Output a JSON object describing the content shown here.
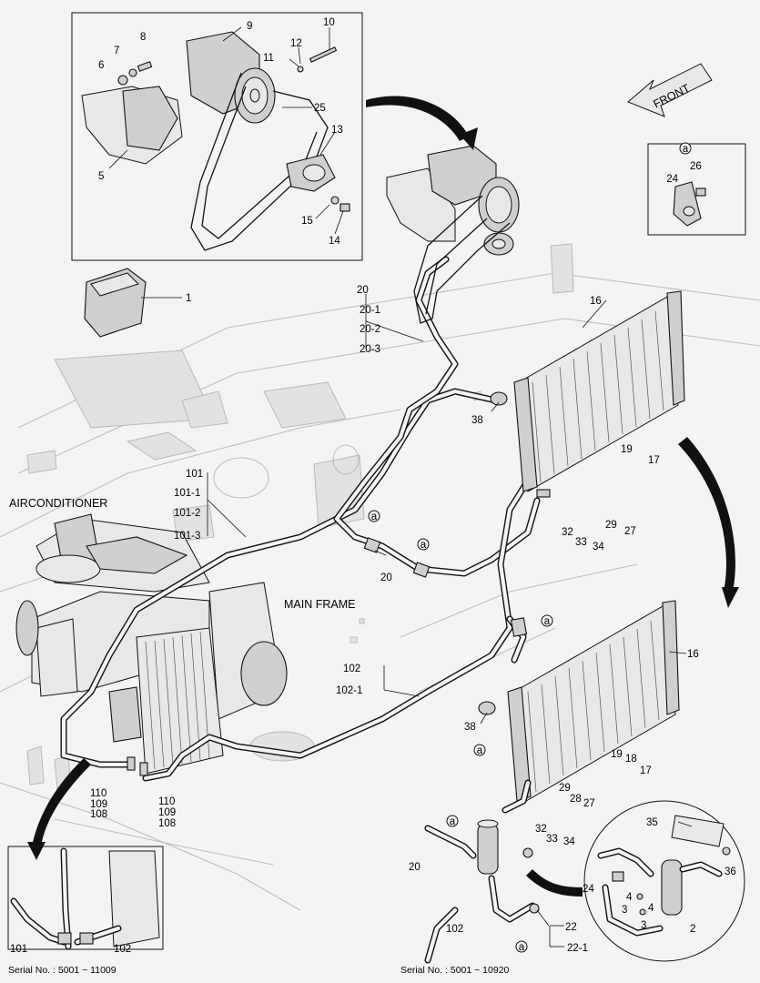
{
  "title": "AIRCONDITIONER",
  "main_frame_label": "MAIN FRAME",
  "front_label": "FRONT",
  "serial_left": "Serial No. : 5001 ~ 11009",
  "serial_right": "Serial No. : 5001 ~ 10920",
  "detail_marker": "a",
  "labels": {
    "l1": "1",
    "l2": "2",
    "l3a": "3",
    "l3b": "3",
    "l4a": "4",
    "l4b": "4",
    "l5": "5",
    "l6": "6",
    "l7": "7",
    "l8": "8",
    "l9": "9",
    "l10": "10",
    "l11": "11",
    "l12": "12",
    "l13": "13",
    "l14": "14",
    "l15": "15",
    "l16a": "16",
    "l16b": "16",
    "l17a": "17",
    "l17b": "17",
    "l18": "18",
    "l19a": "19",
    "l19b": "19",
    "l20a": "20",
    "l20b": "20",
    "l20c": "20",
    "l20_1": "20-1",
    "l20_2": "20-2",
    "l20_3": "20-3",
    "l22": "22",
    "l22_1": "22-1",
    "l24a": "24",
    "l24b": "24",
    "l25": "25",
    "l26": "26",
    "l27a": "27",
    "l27b": "27",
    "l28": "28",
    "l29a": "29",
    "l29b": "29",
    "l32a": "32",
    "l32b": "32",
    "l33a": "33",
    "l33b": "33",
    "l34a": "34",
    "l34b": "34",
    "l35": "35",
    "l36": "36",
    "l38a": "38",
    "l38b": "38",
    "l101a": "101",
    "l101b": "101",
    "l101_1": "101-1",
    "l101_2": "101-2",
    "l101_3": "101-3",
    "l102a": "102",
    "l102b": "102",
    "l102c": "102",
    "l102_1": "102-1",
    "l108a": "108",
    "l108b": "108",
    "l109a": "109",
    "l109b": "109",
    "l110a": "110",
    "l110b": "110"
  }
}
